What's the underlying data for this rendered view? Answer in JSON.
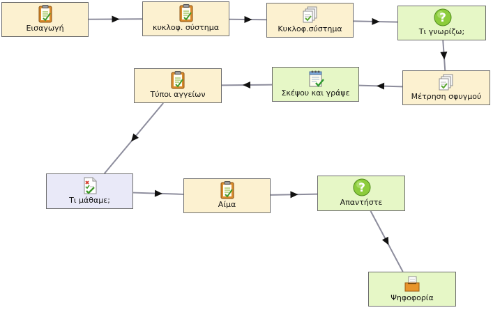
{
  "nodes": [
    {
      "id": "n1",
      "label": "Εισαγωγή",
      "type": "activity",
      "icon": "clipboard-icon"
    },
    {
      "id": "n2",
      "label": "κυκλοφ. σύστημα",
      "type": "activity",
      "icon": "clipboard-icon"
    },
    {
      "id": "n3",
      "label": "Κυκλοφ.σύστημα",
      "type": "activity",
      "icon": "pages-icon"
    },
    {
      "id": "n4",
      "label": "Τι γνωρίζω;",
      "type": "question",
      "icon": "question-icon"
    },
    {
      "id": "n5",
      "label": "Μέτρηση σφυγμού",
      "type": "activity",
      "icon": "pages-icon"
    },
    {
      "id": "n6",
      "label": "Σκέψου και γράψε",
      "type": "question",
      "icon": "notepad-check-icon"
    },
    {
      "id": "n7",
      "label": "Τύποι αγγείων",
      "type": "activity",
      "icon": "clipboard-icon"
    },
    {
      "id": "n8",
      "label": "Τι μάθαμε;",
      "type": "review",
      "icon": "checklist-icon"
    },
    {
      "id": "n9",
      "label": "Αίμα",
      "type": "activity",
      "icon": "clipboard-icon"
    },
    {
      "id": "n10",
      "label": "Απαντήστε",
      "type": "question",
      "icon": "question-icon"
    },
    {
      "id": "n11",
      "label": "Ψηφοφορία",
      "type": "question",
      "icon": "ballot-box-icon"
    }
  ],
  "edges": [
    {
      "from": "n1",
      "to": "n2"
    },
    {
      "from": "n2",
      "to": "n3"
    },
    {
      "from": "n3",
      "to": "n4"
    },
    {
      "from": "n4",
      "to": "n5"
    },
    {
      "from": "n5",
      "to": "n6"
    },
    {
      "from": "n6",
      "to": "n7"
    },
    {
      "from": "n7",
      "to": "n8"
    },
    {
      "from": "n8",
      "to": "n9"
    },
    {
      "from": "n9",
      "to": "n10"
    },
    {
      "from": "n10",
      "to": "n11"
    }
  ],
  "colors": {
    "activity": "#fcf1d0",
    "question": "#e6f7c6",
    "review": "#e9e9f8",
    "border": "#6b6b6b",
    "connector": "#8c8c9c",
    "arrow": "#111111"
  }
}
